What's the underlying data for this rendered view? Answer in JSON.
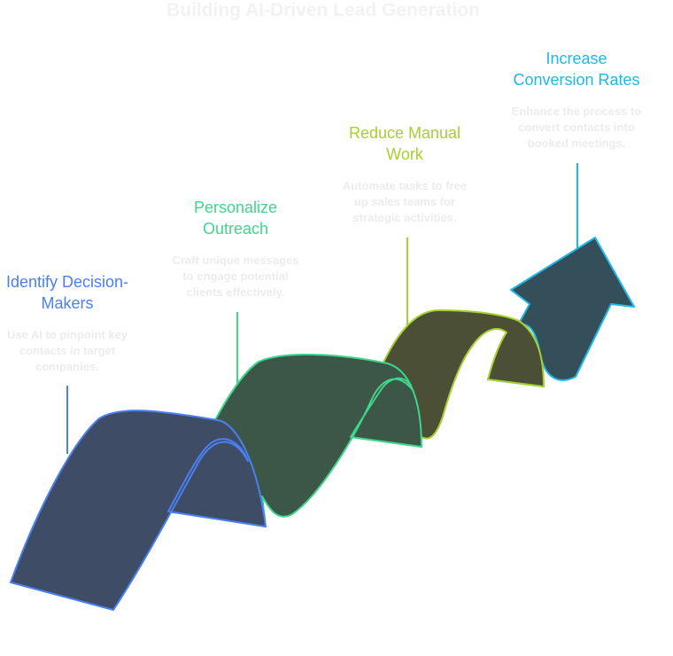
{
  "title": "Building AI-Driven Lead Generation",
  "colors": {
    "step1_line": "#4a80f0",
    "step1_fill": "#3e4c66",
    "step2_line": "#3ed68c",
    "step2_fill": "#3c5747",
    "step3_line": "#a6d02f",
    "step3_fill": "#4b4f36",
    "step4_line": "#1eb8e8",
    "step4_fill": "#344f59"
  },
  "steps": [
    {
      "title_line1": "Identify Decision-",
      "title_line2": "Makers",
      "desc_line1": "Use AI to pinpoint key",
      "desc_line2": "contacts in target",
      "desc_line3": "companies.",
      "color": "#4a80f0"
    },
    {
      "title_line1": "Personalize",
      "title_line2": "Outreach",
      "desc_line1": "Craft unique messages",
      "desc_line2": "to engage potential",
      "desc_line3": "clients effectively.",
      "color": "#3ed68c"
    },
    {
      "title_line1": "Reduce Manual",
      "title_line2": "Work",
      "desc_line1": "Automate tasks to free",
      "desc_line2": "up sales teams for",
      "desc_line3": "strategic activities.",
      "color": "#a6d02f"
    },
    {
      "title_line1": "Increase",
      "title_line2": "Conversion Rates",
      "desc_line1": "Enhance the process to",
      "desc_line2": "convert contacts into",
      "desc_line3": "booked meetings.",
      "color": "#1eb8e8"
    }
  ]
}
